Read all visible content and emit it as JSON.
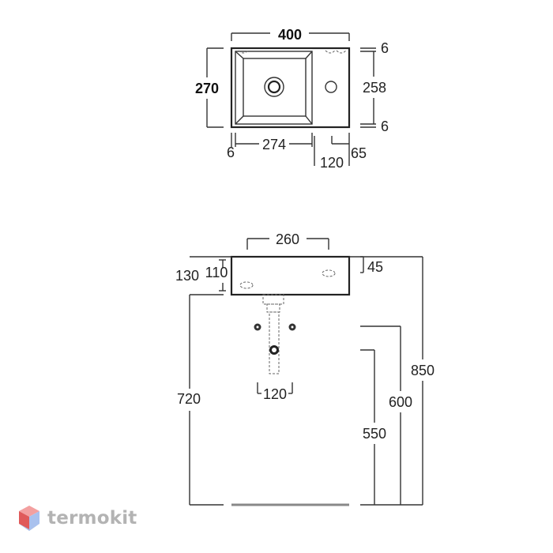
{
  "top_view": {
    "width": "400",
    "depth": "270",
    "inner_depth": "258",
    "top_gap": "6",
    "bottom_gap": "6",
    "left_gap": "6",
    "bowl_width": "274",
    "deck_width": "120",
    "tap_offset": "65"
  },
  "front_view": {
    "hole_spacing": "260",
    "rim_height": "45",
    "total_height": "130",
    "body_height": "110",
    "top_height": "850",
    "supply_height": "600",
    "drain_height": "550",
    "underside_height": "720",
    "supply_spacing": "120"
  },
  "brand": {
    "name": "termokit",
    "logo_colors": [
      "#e05a5a",
      "#f3a0a0",
      "#6a8fd8",
      "#a9c1ee"
    ]
  }
}
